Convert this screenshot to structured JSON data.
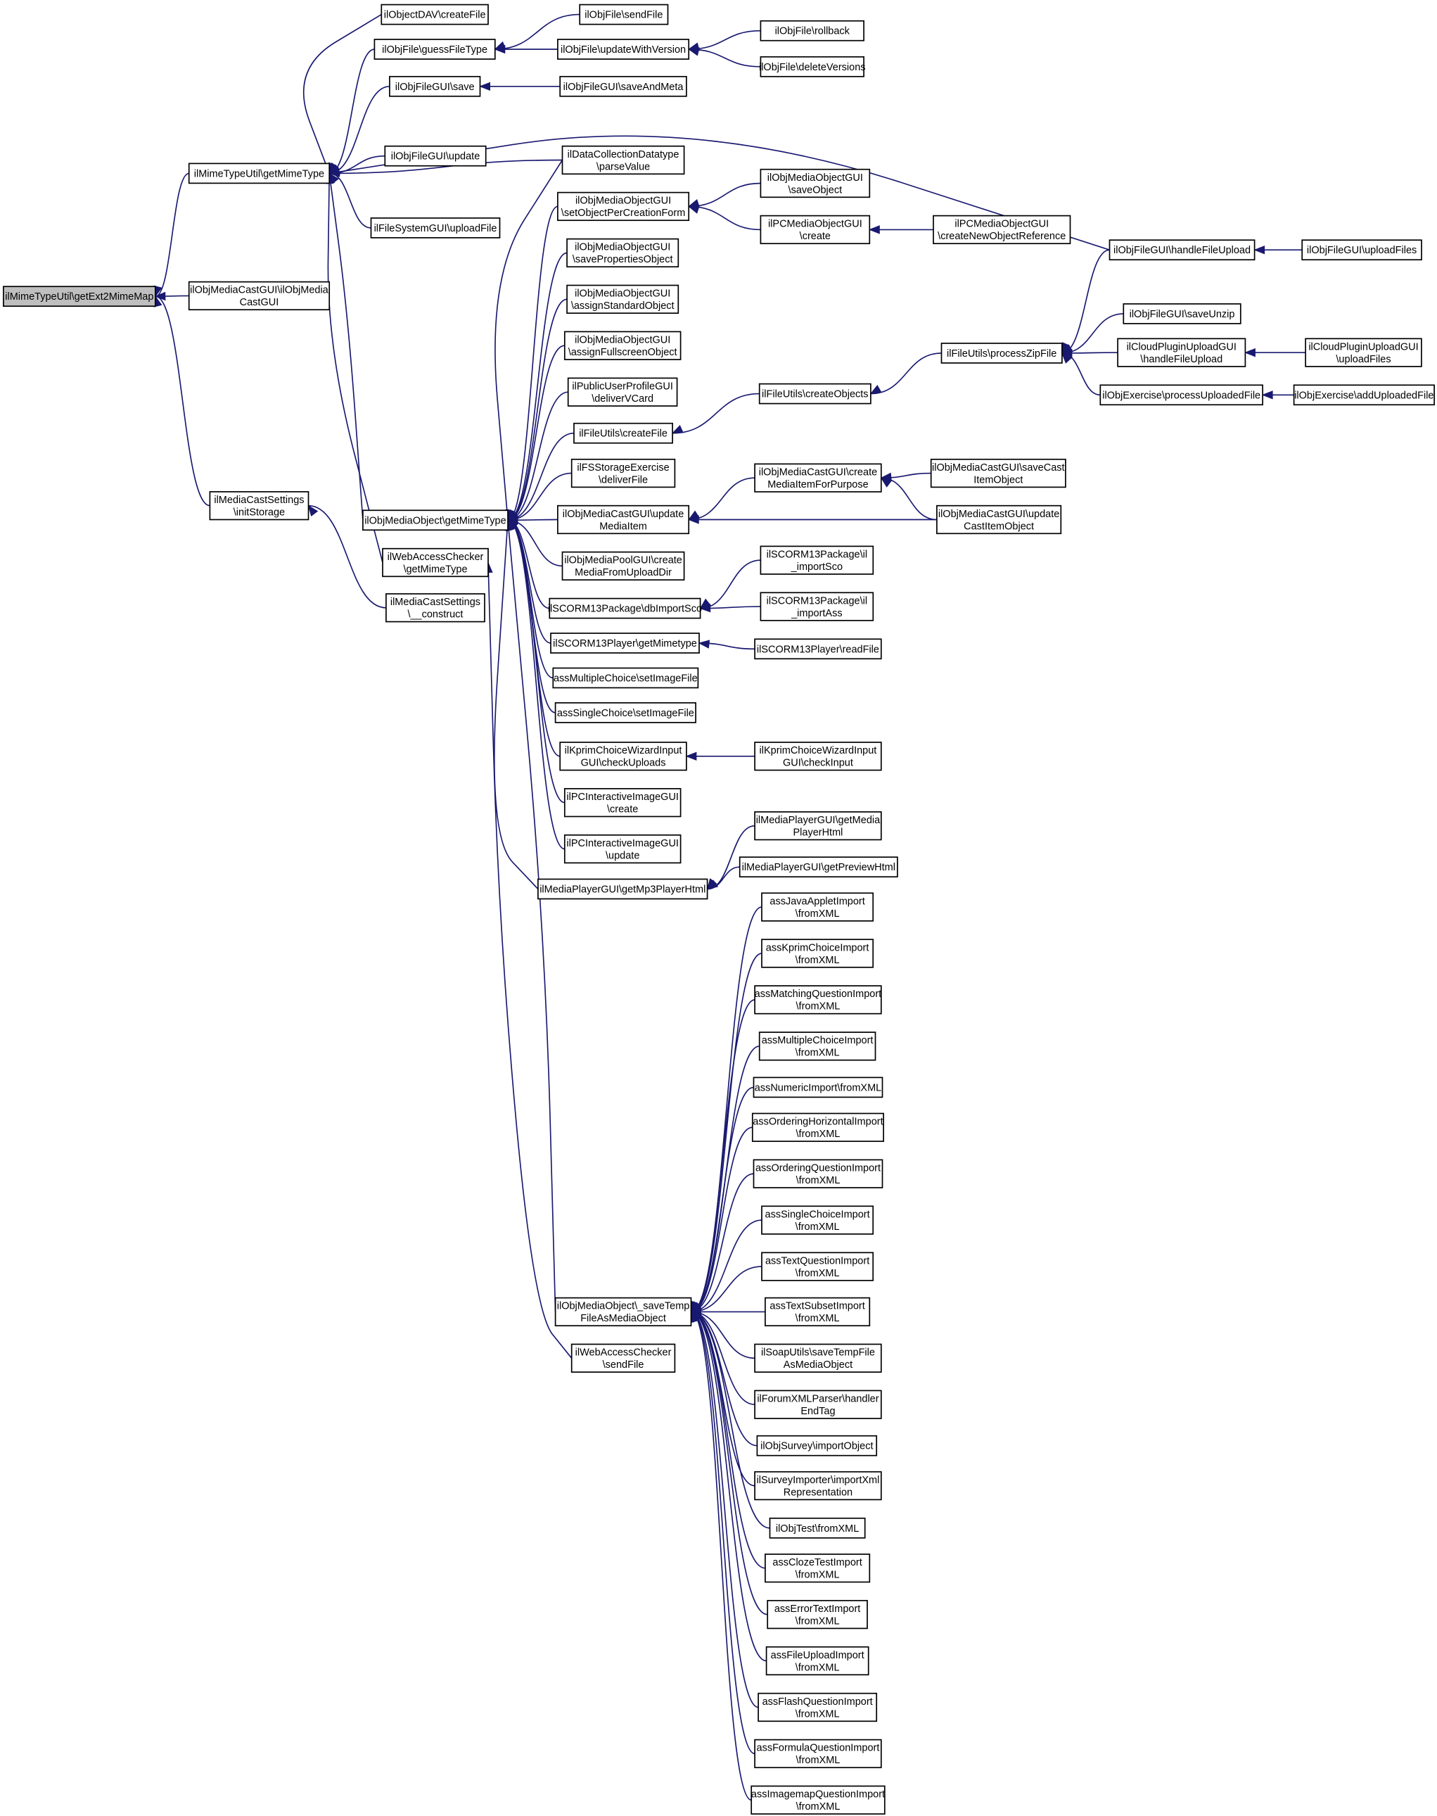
{
  "diagram": {
    "type": "call-graph",
    "colors": {
      "edge": "#191970",
      "root_fill": "#bfbfbf",
      "node_fill": "#ffffff",
      "node_border": "#000000"
    },
    "nodes": [
      {
        "id": "root",
        "lines": [
          "ilMimeTypeUtil\\getExt2MimeMap"
        ],
        "highlight": true
      },
      {
        "id": "mtu_getMimeType",
        "lines": [
          "ilMimeTypeUtil\\getMimeType"
        ]
      },
      {
        "id": "omc_ctor",
        "lines": [
          "ilObjMediaCastGUI\\ilObjMedia",
          "CastGUI"
        ]
      },
      {
        "id": "mcs_initStorage",
        "lines": [
          "ilMediaCastSettings",
          "\\initStorage"
        ]
      },
      {
        "id": "mcs_construct",
        "lines": [
          "ilMediaCastSettings",
          "\\__construct"
        ]
      },
      {
        "id": "dav_createFile",
        "lines": [
          "ilObjectDAV\\createFile"
        ]
      },
      {
        "id": "of_guessFileType",
        "lines": [
          "ilObjFile\\guessFileType"
        ]
      },
      {
        "id": "ofg_save",
        "lines": [
          "ilObjFileGUI\\save"
        ]
      },
      {
        "id": "ofg_update",
        "lines": [
          "ilObjFileGUI\\update"
        ]
      },
      {
        "id": "fsg_uploadFile",
        "lines": [
          "ilFileSystemGUI\\uploadFile"
        ]
      },
      {
        "id": "omo_getMimeType",
        "lines": [
          "ilObjMediaObject\\getMimeType"
        ]
      },
      {
        "id": "wac_getMimeType",
        "lines": [
          "ilWebAccessChecker",
          "\\getMimeType"
        ]
      },
      {
        "id": "of_sendFile",
        "lines": [
          "ilObjFile\\sendFile"
        ]
      },
      {
        "id": "of_updateWithVersion",
        "lines": [
          "ilObjFile\\updateWithVersion"
        ]
      },
      {
        "id": "of_rollback",
        "lines": [
          "ilObjFile\\rollback"
        ]
      },
      {
        "id": "of_deleteVersions",
        "lines": [
          "ilObjFile\\deleteVersions"
        ]
      },
      {
        "id": "ofg_saveAndMeta",
        "lines": [
          "ilObjFileGUI\\saveAndMeta"
        ]
      },
      {
        "id": "dcd_parseValue",
        "lines": [
          "ilDataCollectionDatatype",
          "\\parseValue"
        ]
      },
      {
        "id": "omog_setObjectPerCreationForm",
        "lines": [
          "ilObjMediaObjectGUI",
          "\\setObjectPerCreationForm"
        ]
      },
      {
        "id": "omog_saveObject",
        "lines": [
          "ilObjMediaObjectGUI",
          "\\saveObject"
        ]
      },
      {
        "id": "pcmog_create",
        "lines": [
          "ilPCMediaObjectGUI",
          "\\create"
        ]
      },
      {
        "id": "pcmog_createNewObjectReference",
        "lines": [
          "ilPCMediaObjectGUI",
          "\\createNewObjectReference"
        ]
      },
      {
        "id": "omog_savePropertiesObject",
        "lines": [
          "ilObjMediaObjectGUI",
          "\\savePropertiesObject"
        ]
      },
      {
        "id": "omog_assignStandardObject",
        "lines": [
          "ilObjMediaObjectGUI",
          "\\assignStandardObject"
        ]
      },
      {
        "id": "omog_assignFullscreenObject",
        "lines": [
          "ilObjMediaObjectGUI",
          "\\assignFullscreenObject"
        ]
      },
      {
        "id": "pupg_deliverVCard",
        "lines": [
          "ilPublicUserProfileGUI",
          "\\deliverVCard"
        ]
      },
      {
        "id": "fu_createFile",
        "lines": [
          "ilFileUtils\\createFile"
        ]
      },
      {
        "id": "fu_createObjects",
        "lines": [
          "ilFileUtils\\createObjects"
        ]
      },
      {
        "id": "fu_processZipFile",
        "lines": [
          "ilFileUtils\\processZipFile"
        ]
      },
      {
        "id": "ofg_handleFileUpload",
        "lines": [
          "ilObjFileGUI\\handleFileUpload"
        ]
      },
      {
        "id": "ofg_uploadFiles",
        "lines": [
          "ilObjFileGUI\\uploadFiles"
        ]
      },
      {
        "id": "ofg_saveUnzip",
        "lines": [
          "ilObjFileGUI\\saveUnzip"
        ]
      },
      {
        "id": "cpug_handleFileUpload",
        "lines": [
          "ilCloudPluginUploadGUI",
          "\\handleFileUpload"
        ]
      },
      {
        "id": "cpug_uploadFiles",
        "lines": [
          "ilCloudPluginUploadGUI",
          "\\uploadFiles"
        ]
      },
      {
        "id": "oe_processUploadedFile",
        "lines": [
          "ilObjExercise\\processUploadedFile"
        ]
      },
      {
        "id": "oe_addUploadedFile",
        "lines": [
          "ilObjExercise\\addUploadedFile"
        ]
      },
      {
        "id": "fsse_deliverFile",
        "lines": [
          "ilFSStorageExercise",
          "\\deliverFile"
        ]
      },
      {
        "id": "omcg_updateMediaItem",
        "lines": [
          "ilObjMediaCastGUI\\update",
          "MediaItem"
        ]
      },
      {
        "id": "omcg_createMediaItemForPurpose",
        "lines": [
          "ilObjMediaCastGUI\\create",
          "MediaItemForPurpose"
        ]
      },
      {
        "id": "omcg_saveCastItemObject",
        "lines": [
          "ilObjMediaCastGUI\\saveCast",
          "ItemObject"
        ]
      },
      {
        "id": "omcg_updateCastItemObject",
        "lines": [
          "ilObjMediaCastGUI\\update",
          "CastItemObject"
        ]
      },
      {
        "id": "ompg_createMediaFromUploadDir",
        "lines": [
          "ilObjMediaPoolGUI\\create",
          "MediaFromUploadDir"
        ]
      },
      {
        "id": "s13p_dbImportSco",
        "lines": [
          "ilSCORM13Package\\dbImportSco"
        ]
      },
      {
        "id": "s13p_importSco",
        "lines": [
          "ilSCORM13Package\\il",
          "_importSco"
        ]
      },
      {
        "id": "s13p_importAss",
        "lines": [
          "ilSCORM13Package\\il",
          "_importAss"
        ]
      },
      {
        "id": "s13pl_getMimetype",
        "lines": [
          "ilSCORM13Player\\getMimetype"
        ]
      },
      {
        "id": "s13pl_readFile",
        "lines": [
          "ilSCORM13Player\\readFile"
        ]
      },
      {
        "id": "amc_setImageFile",
        "lines": [
          "assMultipleChoice\\setImageFile"
        ]
      },
      {
        "id": "asc_setImageFile",
        "lines": [
          "assSingleChoice\\setImageFile"
        ]
      },
      {
        "id": "kcwig_checkUploads",
        "lines": [
          "ilKprimChoiceWizardInput",
          "GUI\\checkUploads"
        ]
      },
      {
        "id": "kcwig_checkInput",
        "lines": [
          "ilKprimChoiceWizardInput",
          "GUI\\checkInput"
        ]
      },
      {
        "id": "pciig_create",
        "lines": [
          "ilPCInteractiveImageGUI",
          "\\create"
        ]
      },
      {
        "id": "pciig_update",
        "lines": [
          "ilPCInteractiveImageGUI",
          "\\update"
        ]
      },
      {
        "id": "mpg_getMp3PlayerHtml",
        "lines": [
          "ilMediaPlayerGUI\\getMp3PlayerHtml"
        ]
      },
      {
        "id": "mpg_getMediaPlayerHtml",
        "lines": [
          "ilMediaPlayerGUI\\getMedia",
          "PlayerHtml"
        ]
      },
      {
        "id": "mpg_getPreviewHtml",
        "lines": [
          "ilMediaPlayerGUI\\getPreviewHtml"
        ]
      },
      {
        "id": "omo_saveTempFileAsMediaObject",
        "lines": [
          "ilObjMediaObject\\_saveTemp",
          "FileAsMediaObject"
        ]
      },
      {
        "id": "wac_sendFile",
        "lines": [
          "ilWebAccessChecker",
          "\\sendFile"
        ]
      },
      {
        "id": "imp_javaApplet",
        "lines": [
          "assJavaAppletImport",
          "\\fromXML"
        ]
      },
      {
        "id": "imp_kprimChoice",
        "lines": [
          "assKprimChoiceImport",
          "\\fromXML"
        ]
      },
      {
        "id": "imp_matchingQuestion",
        "lines": [
          "assMatchingQuestionImport",
          "\\fromXML"
        ]
      },
      {
        "id": "imp_multipleChoice",
        "lines": [
          "assMultipleChoiceImport",
          "\\fromXML"
        ]
      },
      {
        "id": "imp_numeric",
        "lines": [
          "assNumericImport\\fromXML"
        ]
      },
      {
        "id": "imp_orderingHorizontal",
        "lines": [
          "assOrderingHorizontalImport",
          "\\fromXML"
        ]
      },
      {
        "id": "imp_orderingQuestion",
        "lines": [
          "assOrderingQuestionImport",
          "\\fromXML"
        ]
      },
      {
        "id": "imp_singleChoice",
        "lines": [
          "assSingleChoiceImport",
          "\\fromXML"
        ]
      },
      {
        "id": "imp_textQuestion",
        "lines": [
          "assTextQuestionImport",
          "\\fromXML"
        ]
      },
      {
        "id": "imp_textSubset",
        "lines": [
          "assTextSubsetImport",
          "\\fromXML"
        ]
      },
      {
        "id": "su_saveTempFileAsMediaObject",
        "lines": [
          "ilSoapUtils\\saveTempFile",
          "AsMediaObject"
        ]
      },
      {
        "id": "fxp_handlerEndTag",
        "lines": [
          "ilForumXMLParser\\handler",
          "EndTag"
        ]
      },
      {
        "id": "os_importObject",
        "lines": [
          "ilObjSurvey\\importObject"
        ]
      },
      {
        "id": "si_importXmlRepresentation",
        "lines": [
          "ilSurveyImporter\\importXml",
          "Representation"
        ]
      },
      {
        "id": "ot_fromXML",
        "lines": [
          "ilObjTest\\fromXML"
        ]
      },
      {
        "id": "imp_clozeTest",
        "lines": [
          "assClozeTestImport",
          "\\fromXML"
        ]
      },
      {
        "id": "imp_errorText",
        "lines": [
          "assErrorTextImport",
          "\\fromXML"
        ]
      },
      {
        "id": "imp_fileUpload",
        "lines": [
          "assFileUploadImport",
          "\\fromXML"
        ]
      },
      {
        "id": "imp_flashQuestion",
        "lines": [
          "assFlashQuestionImport",
          "\\fromXML"
        ]
      },
      {
        "id": "imp_formulaQuestion",
        "lines": [
          "assFormulaQuestionImport",
          "\\fromXML"
        ]
      },
      {
        "id": "imp_imagemapQuestion",
        "lines": [
          "assImagemapQuestionImport",
          "\\fromXML"
        ]
      }
    ],
    "edges": [
      [
        "root",
        "mtu_getMimeType"
      ],
      [
        "root",
        "omc_ctor"
      ],
      [
        "root",
        "mcs_initStorage"
      ],
      [
        "mcs_initStorage",
        "mcs_construct"
      ],
      [
        "mtu_getMimeType",
        "dav_createFile"
      ],
      [
        "mtu_getMimeType",
        "of_guessFileType"
      ],
      [
        "mtu_getMimeType",
        "ofg_save"
      ],
      [
        "mtu_getMimeType",
        "ofg_handleFileUpload"
      ],
      [
        "mtu_getMimeType",
        "ofg_update"
      ],
      [
        "mtu_getMimeType",
        "dcd_parseValue"
      ],
      [
        "mtu_getMimeType",
        "fsg_uploadFile"
      ],
      [
        "mtu_getMimeType",
        "omo_getMimeType"
      ],
      [
        "mtu_getMimeType",
        "wac_getMimeType"
      ],
      [
        "of_guessFileType",
        "of_sendFile"
      ],
      [
        "of_guessFileType",
        "of_updateWithVersion"
      ],
      [
        "of_updateWithVersion",
        "of_rollback"
      ],
      [
        "of_updateWithVersion",
        "of_deleteVersions"
      ],
      [
        "ofg_save",
        "ofg_saveAndMeta"
      ],
      [
        "ofg_handleFileUpload",
        "ofg_uploadFiles"
      ],
      [
        "omo_getMimeType",
        "dcd_parseValue"
      ],
      [
        "omo_getMimeType",
        "omog_setObjectPerCreationForm"
      ],
      [
        "omo_getMimeType",
        "omog_savePropertiesObject"
      ],
      [
        "omo_getMimeType",
        "omog_assignStandardObject"
      ],
      [
        "omo_getMimeType",
        "omog_assignFullscreenObject"
      ],
      [
        "omo_getMimeType",
        "pupg_deliverVCard"
      ],
      [
        "omo_getMimeType",
        "fu_createFile"
      ],
      [
        "omo_getMimeType",
        "fsse_deliverFile"
      ],
      [
        "omo_getMimeType",
        "omcg_updateMediaItem"
      ],
      [
        "omo_getMimeType",
        "ompg_createMediaFromUploadDir"
      ],
      [
        "omo_getMimeType",
        "s13p_dbImportSco"
      ],
      [
        "omo_getMimeType",
        "s13pl_getMimetype"
      ],
      [
        "omo_getMimeType",
        "amc_setImageFile"
      ],
      [
        "omo_getMimeType",
        "asc_setImageFile"
      ],
      [
        "omo_getMimeType",
        "kcwig_checkUploads"
      ],
      [
        "omo_getMimeType",
        "pciig_create"
      ],
      [
        "omo_getMimeType",
        "pciig_update"
      ],
      [
        "omo_getMimeType",
        "mpg_getMp3PlayerHtml"
      ],
      [
        "omo_getMimeType",
        "omo_saveTempFileAsMediaObject"
      ],
      [
        "omog_setObjectPerCreationForm",
        "omog_saveObject"
      ],
      [
        "omog_setObjectPerCreationForm",
        "pcmog_create"
      ],
      [
        "pcmog_create",
        "pcmog_createNewObjectReference"
      ],
      [
        "fu_createFile",
        "fu_createObjects"
      ],
      [
        "fu_createObjects",
        "fu_processZipFile"
      ],
      [
        "fu_processZipFile",
        "ofg_handleFileUpload"
      ],
      [
        "fu_processZipFile",
        "ofg_saveUnzip"
      ],
      [
        "fu_processZipFile",
        "cpug_handleFileUpload"
      ],
      [
        "fu_processZipFile",
        "oe_processUploadedFile"
      ],
      [
        "cpug_handleFileUpload",
        "cpug_uploadFiles"
      ],
      [
        "oe_processUploadedFile",
        "oe_addUploadedFile"
      ],
      [
        "omcg_updateMediaItem",
        "omcg_createMediaItemForPurpose"
      ],
      [
        "omcg_updateMediaItem",
        "omcg_updateCastItemObject"
      ],
      [
        "omcg_createMediaItemForPurpose",
        "omcg_saveCastItemObject"
      ],
      [
        "omcg_createMediaItemForPurpose",
        "omcg_updateCastItemObject"
      ],
      [
        "s13p_dbImportSco",
        "s13p_importSco"
      ],
      [
        "s13p_dbImportSco",
        "s13p_importAss"
      ],
      [
        "s13pl_getMimetype",
        "s13pl_readFile"
      ],
      [
        "kcwig_checkUploads",
        "kcwig_checkInput"
      ],
      [
        "mpg_getMp3PlayerHtml",
        "mpg_getMediaPlayerHtml"
      ],
      [
        "mpg_getMp3PlayerHtml",
        "mpg_getPreviewHtml"
      ],
      [
        "wac_getMimeType",
        "wac_sendFile"
      ],
      [
        "omo_saveTempFileAsMediaObject",
        "imp_javaApplet"
      ],
      [
        "omo_saveTempFileAsMediaObject",
        "imp_kprimChoice"
      ],
      [
        "omo_saveTempFileAsMediaObject",
        "imp_matchingQuestion"
      ],
      [
        "omo_saveTempFileAsMediaObject",
        "imp_multipleChoice"
      ],
      [
        "omo_saveTempFileAsMediaObject",
        "imp_numeric"
      ],
      [
        "omo_saveTempFileAsMediaObject",
        "imp_orderingHorizontal"
      ],
      [
        "omo_saveTempFileAsMediaObject",
        "imp_orderingQuestion"
      ],
      [
        "omo_saveTempFileAsMediaObject",
        "imp_singleChoice"
      ],
      [
        "omo_saveTempFileAsMediaObject",
        "imp_textQuestion"
      ],
      [
        "omo_saveTempFileAsMediaObject",
        "imp_textSubset"
      ],
      [
        "omo_saveTempFileAsMediaObject",
        "su_saveTempFileAsMediaObject"
      ],
      [
        "omo_saveTempFileAsMediaObject",
        "fxp_handlerEndTag"
      ],
      [
        "omo_saveTempFileAsMediaObject",
        "os_importObject"
      ],
      [
        "omo_saveTempFileAsMediaObject",
        "si_importXmlRepresentation"
      ],
      [
        "omo_saveTempFileAsMediaObject",
        "ot_fromXML"
      ],
      [
        "omo_saveTempFileAsMediaObject",
        "imp_clozeTest"
      ],
      [
        "omo_saveTempFileAsMediaObject",
        "imp_errorText"
      ],
      [
        "omo_saveTempFileAsMediaObject",
        "imp_fileUpload"
      ],
      [
        "omo_saveTempFileAsMediaObject",
        "imp_flashQuestion"
      ],
      [
        "omo_saveTempFileAsMediaObject",
        "imp_formulaQuestion"
      ],
      [
        "omo_saveTempFileAsMediaObject",
        "imp_imagemapQuestion"
      ]
    ]
  }
}
